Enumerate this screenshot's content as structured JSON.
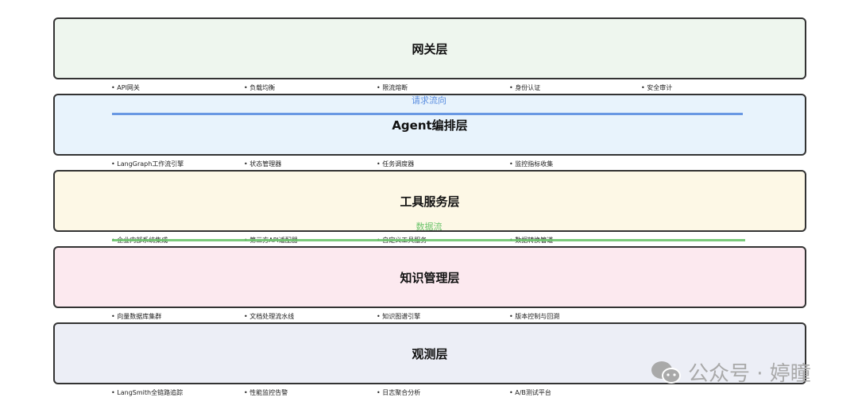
{
  "layers": [
    {
      "title": "网关层",
      "bg": "#eef6ee",
      "items": [
        "API网关",
        "负载均衡",
        "限流熔断",
        "身份认证",
        "安全审计"
      ]
    },
    {
      "title": "Agent编排层",
      "bg": "#e8f3fc",
      "items": [
        "LangGraph工作流引擎",
        "状态管理器",
        "任务调度器",
        "监控指标收集"
      ]
    },
    {
      "title": "工具服务层",
      "bg": "#fdf8e6",
      "items": [
        "企业内部系统集成",
        "第三方API适配器",
        "自定义工具服务",
        "数据转换管道"
      ]
    },
    {
      "title": "知识管理层",
      "bg": "#fce9ef",
      "items": [
        "向量数据库集群",
        "文档处理流水线",
        "知识图谱引擎",
        "版本控制与回溯"
      ]
    },
    {
      "title": "观测层",
      "bg": "#eceef6",
      "items": [
        "LangSmith全链路追踪",
        "性能监控告警",
        "日志聚合分析",
        "A/B测试平台"
      ]
    }
  ],
  "flows": [
    {
      "label": "请求流向",
      "color": "#5b8ee0"
    },
    {
      "label": "数据流",
      "color": "#6cc46c"
    }
  ],
  "watermark": {
    "text": "公众号 · 婷瞳",
    "icon": "wechat-icon"
  }
}
